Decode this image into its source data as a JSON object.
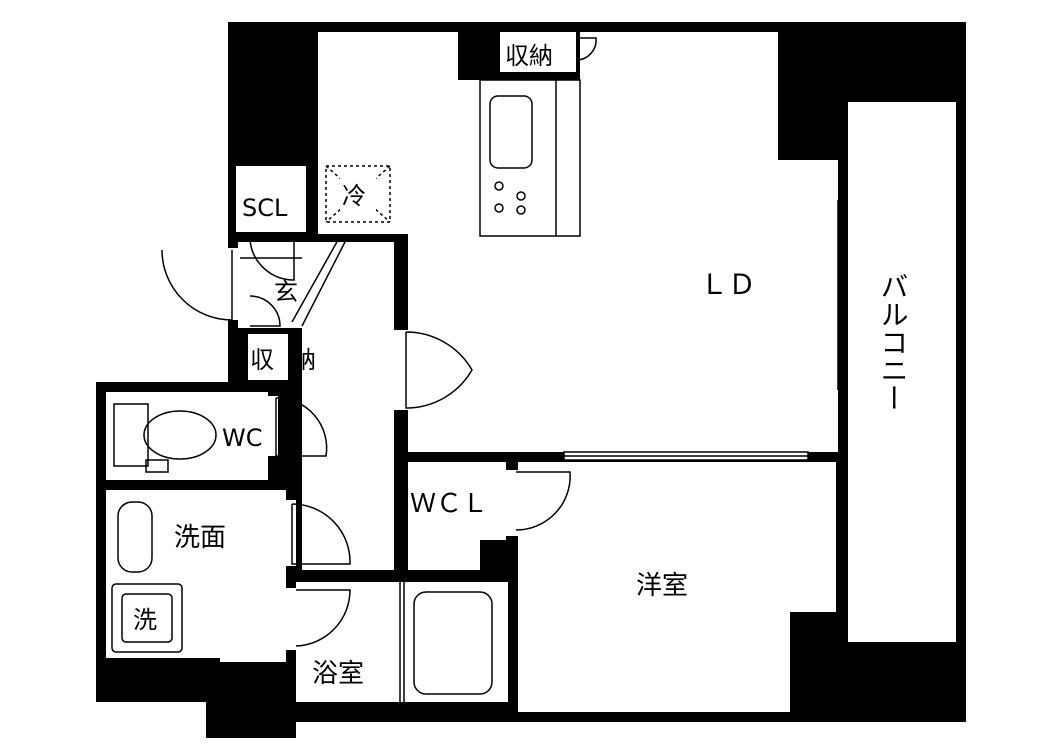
{
  "rooms": {
    "ld": "ＬＤ",
    "balcony": "バルコニー",
    "storage_top": "収納",
    "fridge": "冷",
    "scl": "SCL",
    "entrance": "玄",
    "storage_left_a": "収",
    "storage_left_b": "納",
    "wc": "WC",
    "wcl": "ＷＣＬ",
    "washroom": "洗面",
    "washer": "洗",
    "bathroom": "浴室",
    "western_room": "洋室"
  }
}
